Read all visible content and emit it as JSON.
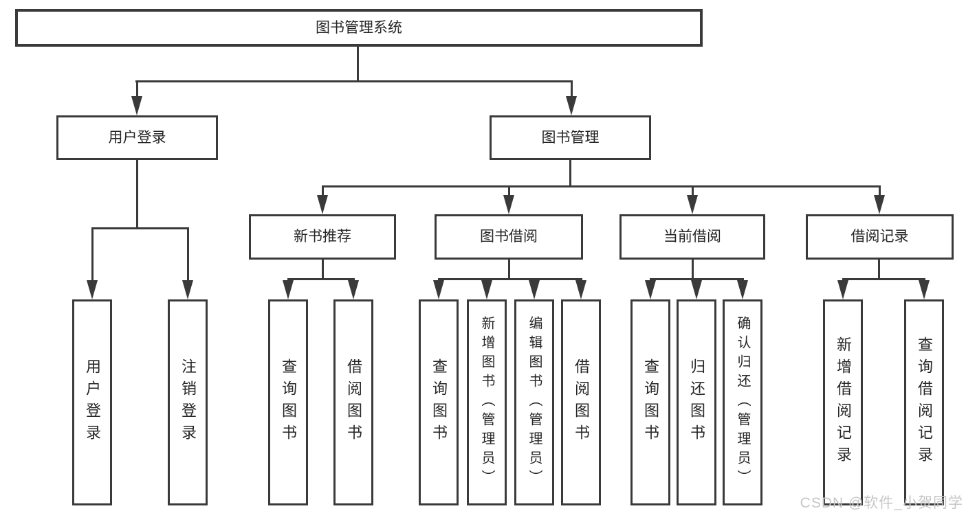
{
  "diagram": {
    "root": "图书管理系统",
    "branches": [
      {
        "label": "用户登录",
        "leaves": [
          "用户登录",
          "注销登录"
        ]
      },
      {
        "label": "图书管理",
        "groups": [
          {
            "label": "新书推荐",
            "leaves": [
              "查询图书",
              "借阅图书"
            ]
          },
          {
            "label": "图书借阅",
            "leaves": [
              "查询图书",
              "新增图书（管理员）",
              "编辑图书（管理员）",
              "借阅图书"
            ]
          },
          {
            "label": "当前借阅",
            "leaves": [
              "查询图书",
              "归还图书",
              "确认归还（管理员）"
            ]
          },
          {
            "label": "借阅记录",
            "leaves": [
              "新增借阅记录",
              "查询借阅记录"
            ]
          }
        ]
      }
    ]
  },
  "watermark": "CSDN @软件_小贺同学",
  "colors": {
    "line": "#3a3a3a",
    "text": "#262626",
    "background": "#ffffff",
    "watermark": "#c6c6c6"
  }
}
